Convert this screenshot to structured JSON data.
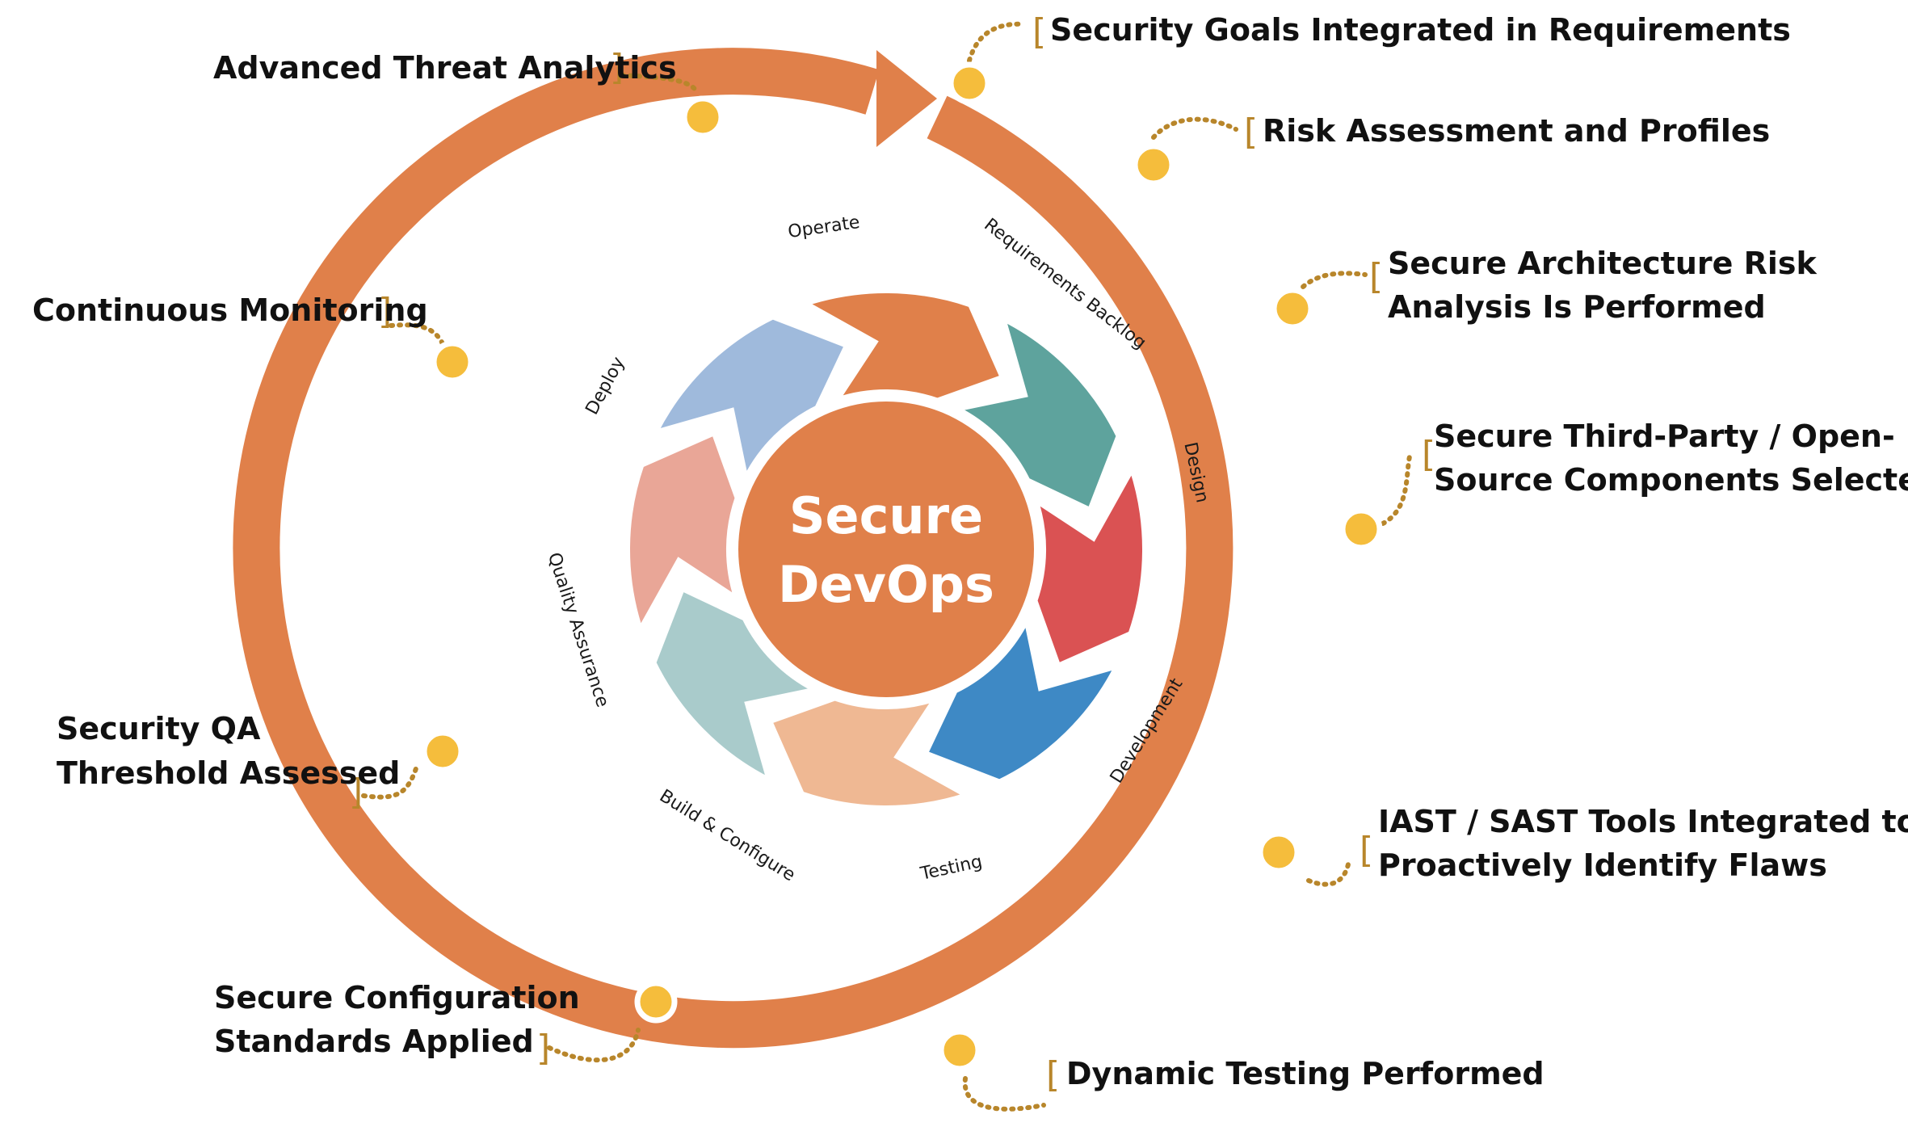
{
  "center": {
    "line1": "Secure",
    "line2": "DevOps"
  },
  "colors": {
    "ring": "#e0804a",
    "dot": "#f5bd3c",
    "leader": "#b8862b",
    "center": "#e0804a"
  },
  "phases": [
    {
      "label": "Operate",
      "color": "#e0804a"
    },
    {
      "label": "Requirements Backlog",
      "color": "#5ea39d"
    },
    {
      "label": "Design",
      "color": "#da5253"
    },
    {
      "label": "Development",
      "color": "#3e89c5"
    },
    {
      "label": "Testing",
      "color": "#efb893"
    },
    {
      "label": "Build & Configure",
      "color": "#a9cbcb"
    },
    {
      "label": "Quality Assurance",
      "color": "#e9a697"
    },
    {
      "label": "Deploy",
      "color": "#9fbadc"
    }
  ],
  "callouts": {
    "advanced_threat": "Advanced Threat Analytics",
    "security_goals": "Security Goals Integrated in Requirements",
    "risk_assessment": "Risk Assessment and Profiles",
    "secure_arch_1": "Secure Architecture Risk",
    "secure_arch_2": "Analysis Is Performed",
    "third_party_1": "Secure Third-Party  / Open-",
    "third_party_2": "Source Components  Selected",
    "continuous_monitoring": "Continuous  Monitoring",
    "security_qa_1": "Security QA",
    "security_qa_2": "Threshold Assessed",
    "iast_1": "IAST / SAST Tools Integrated to",
    "iast_2": "Proactively Identify  Flaws",
    "secure_config_1": "Secure Configuration",
    "secure_config_2": "Standards  Applied",
    "dynamic_testing": "Dynamic Testing Performed"
  }
}
